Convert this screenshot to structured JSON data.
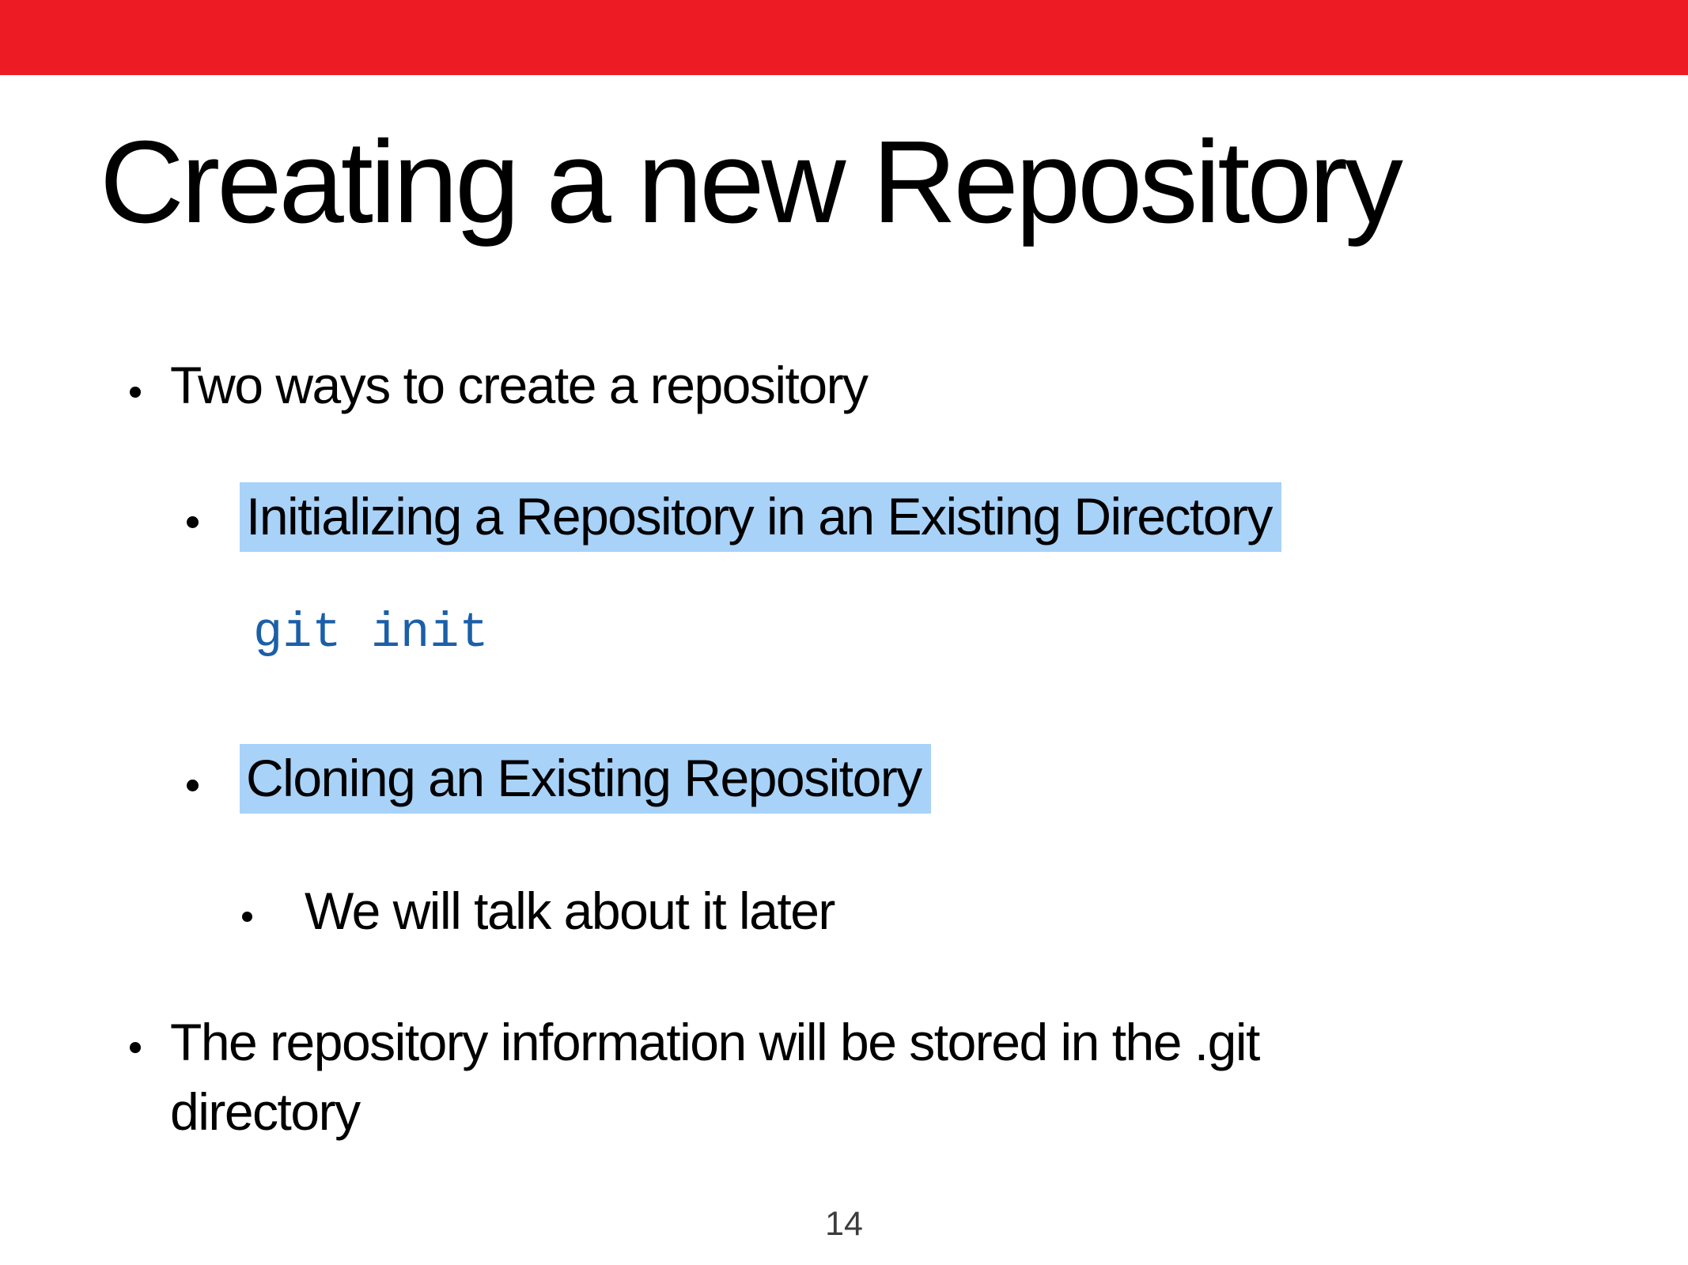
{
  "slide": {
    "title": "Creating a new Repository",
    "page_number": "14",
    "bullet1": "Two ways to create a repository",
    "sub_bullet1": "Initializing a Repository in an Existing Directory",
    "code_snippet": "git init",
    "sub_bullet2": "Cloning an Existing Repository",
    "sub_sub_bullet": "We will talk about it later",
    "bullet2_line1": "The repository information will be stored in the .git",
    "bullet2_line2": "directory"
  },
  "colors": {
    "top_bar_red": "#ed1c24",
    "highlight_blue": "#a8d2f8",
    "code_blue": "#1b5fa8",
    "text_black": "#000000",
    "page_number_gray": "#3c3c3c"
  }
}
